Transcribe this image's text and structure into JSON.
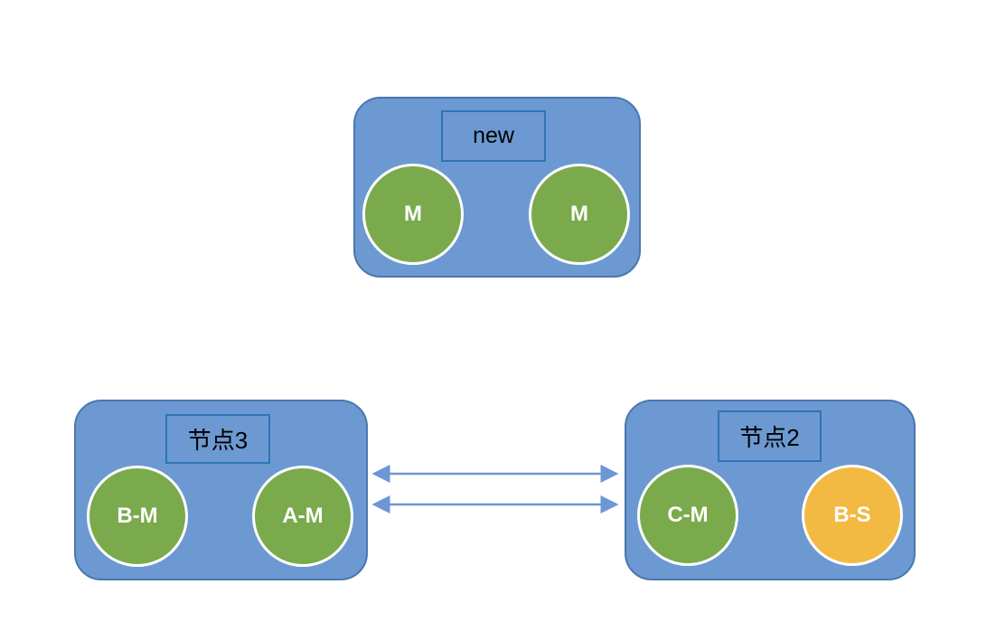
{
  "diagram": {
    "type": "cluster-topology",
    "background": "#ffffff",
    "colors": {
      "node_fill": "#6c99d1",
      "node_border": "#4a77ae",
      "label_box_border": "#2e74b5",
      "label_text": "#000000",
      "circle_green": "#7aaa4c",
      "circle_orange": "#f2ba42",
      "circle_border": "#ffffff",
      "circle_text": "#ffffff",
      "arrow": "#6c96d4"
    },
    "nodes": [
      {
        "id": "new",
        "label": "new",
        "circles": [
          {
            "label": "M",
            "color": "green"
          },
          {
            "label": "M",
            "color": "green"
          }
        ]
      },
      {
        "id": "node3",
        "label": "节点3",
        "circles": [
          {
            "label": "B-M",
            "color": "green"
          },
          {
            "label": "A-M",
            "color": "green"
          }
        ]
      },
      {
        "id": "node2",
        "label": "节点2",
        "circles": [
          {
            "label": "C-M",
            "color": "green"
          },
          {
            "label": "B-S",
            "color": "orange"
          }
        ]
      }
    ],
    "arrows": [
      {
        "from": "node3",
        "to": "node2",
        "style": "bidirectional"
      },
      {
        "from": "node3",
        "to": "node2",
        "style": "bidirectional"
      }
    ]
  }
}
